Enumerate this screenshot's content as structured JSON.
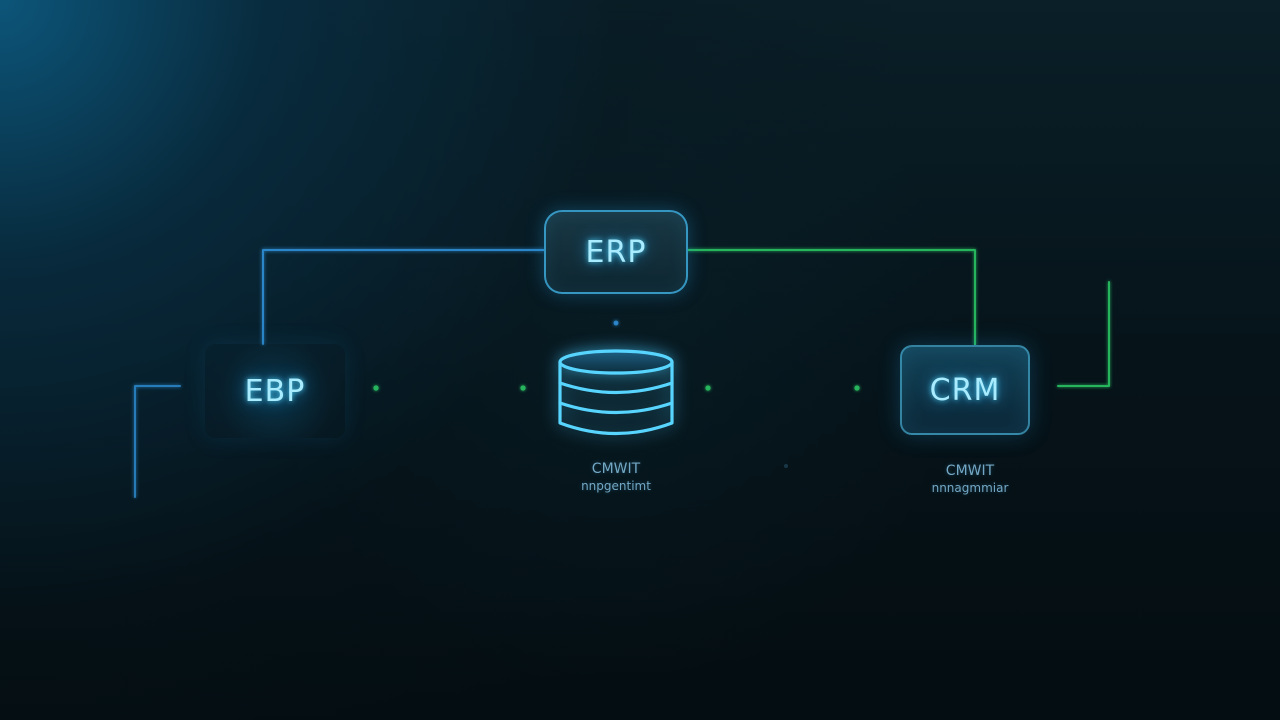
{
  "diagram": {
    "nodes": {
      "top": {
        "label": "ERP"
      },
      "left": {
        "label": "EBP"
      },
      "right": {
        "label": "CRM"
      }
    },
    "captions": {
      "database": {
        "line1": "CMWIT",
        "line2": "nnpgentimt"
      },
      "crm": {
        "line1": "CMWIT",
        "line2": "nnnagmmiar"
      }
    },
    "icons": {
      "center": "database-icon"
    },
    "colors": {
      "blue": "#2b86c8",
      "green": "#28b45d",
      "text_glow": "#8fe8ff"
    }
  }
}
